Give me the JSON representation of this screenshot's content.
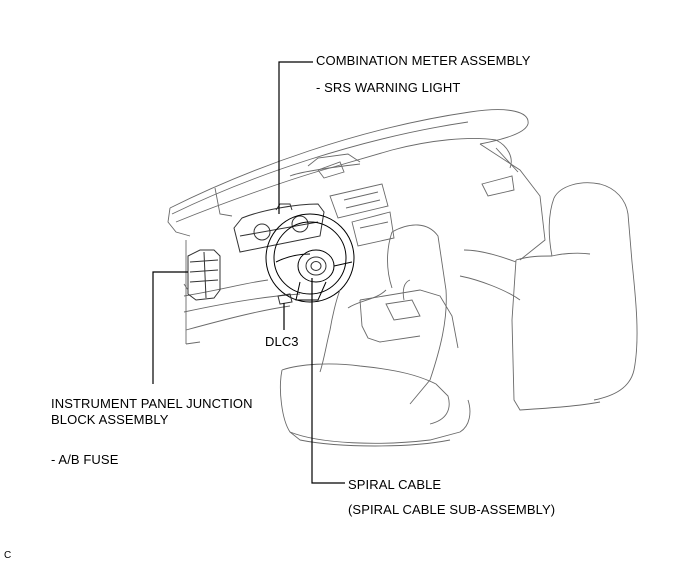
{
  "labels": {
    "combination_meter": "COMBINATION METER ASSEMBLY",
    "srs_warning_light": "- SRS WARNING LIGHT",
    "dlc3": "DLC3",
    "instrument_panel_line1": "INSTRUMENT PANEL JUNCTION",
    "instrument_panel_line2": "BLOCK ASSEMBLY",
    "ab_fuse": "- A/B FUSE",
    "spiral_cable": "SPIRAL CABLE",
    "spiral_cable_sub": "(SPIRAL CABLE SUB-ASSEMBLY)",
    "figure_code": "C"
  }
}
